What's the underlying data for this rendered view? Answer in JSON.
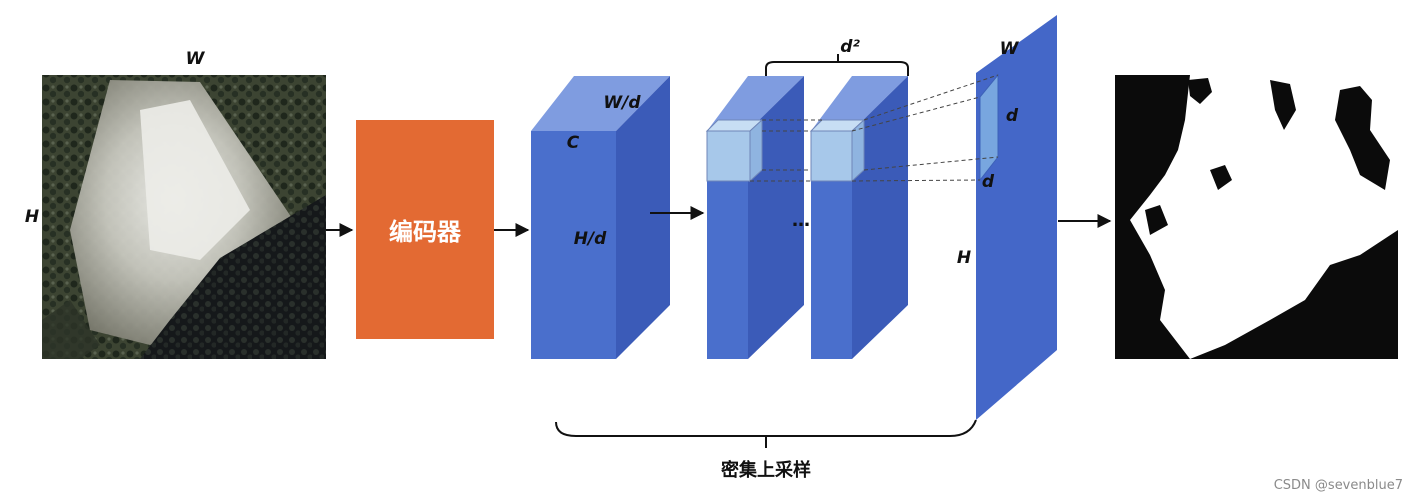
{
  "input_image": {
    "width_label": "W",
    "height_label": "H"
  },
  "encoder": {
    "label": "编码器",
    "color": "#e36a33"
  },
  "feature_map": {
    "width_label": "W/d",
    "channel_label": "C",
    "height_label": "H/d",
    "color": "#4a6fcc"
  },
  "subpixel_group": {
    "count_label": "d²",
    "ellipsis": "…"
  },
  "output_plane": {
    "width_label": "W",
    "height_label": "H",
    "cell_w_label": "d",
    "cell_h_label": "d"
  },
  "dense_upsampling": {
    "label": "密集上采样"
  },
  "watermark": "CSDN @sevenblue7"
}
